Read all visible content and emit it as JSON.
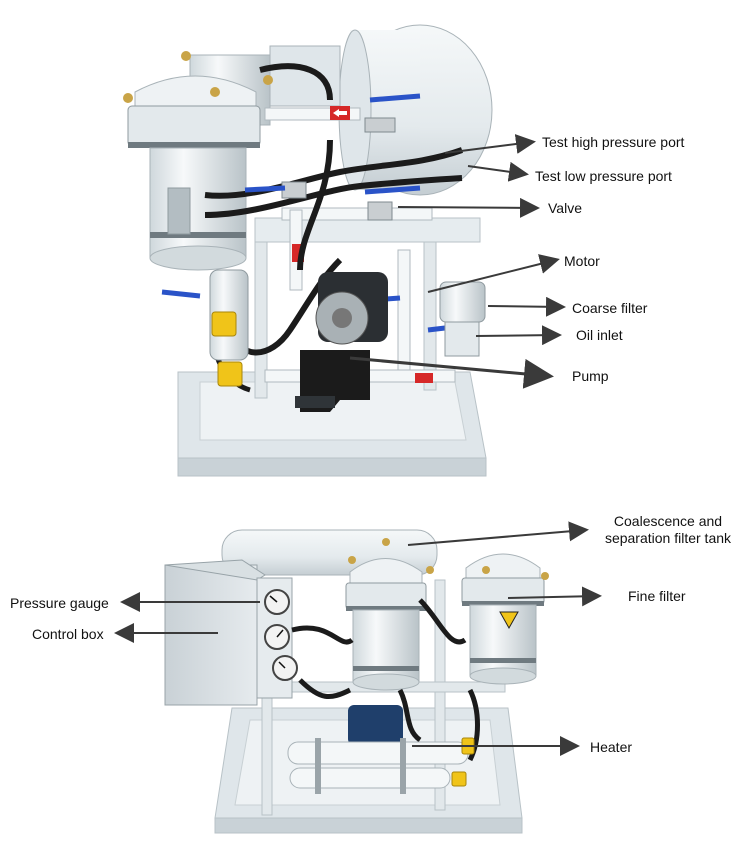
{
  "labels": {
    "test_high_pressure_port": "Test high pressure port",
    "test_low_pressure_port": "Test low pressure port",
    "valve": "Valve",
    "motor": "Motor",
    "coarse_filter": "Coarse filter",
    "oil_inlet": "Oil inlet",
    "pump": "Pump",
    "coalescence_tank_line1": "Coalescence and",
    "coalescence_tank_line2": "separation filter tank",
    "pressure_gauge": "Pressure gauge",
    "control_box": "Control box",
    "fine_filter": "Fine filter",
    "heater": "Heater"
  },
  "colors": {
    "machine_body": "#e9eef0",
    "frame": "#dfe6ea",
    "hose": "#1b1b1b",
    "valve_handle": "#2a53c8",
    "cap_yellow": "#f0c419",
    "red_arrow": "#d62828",
    "motor": "#2b2f33",
    "arrow": "#3a3a3a"
  }
}
